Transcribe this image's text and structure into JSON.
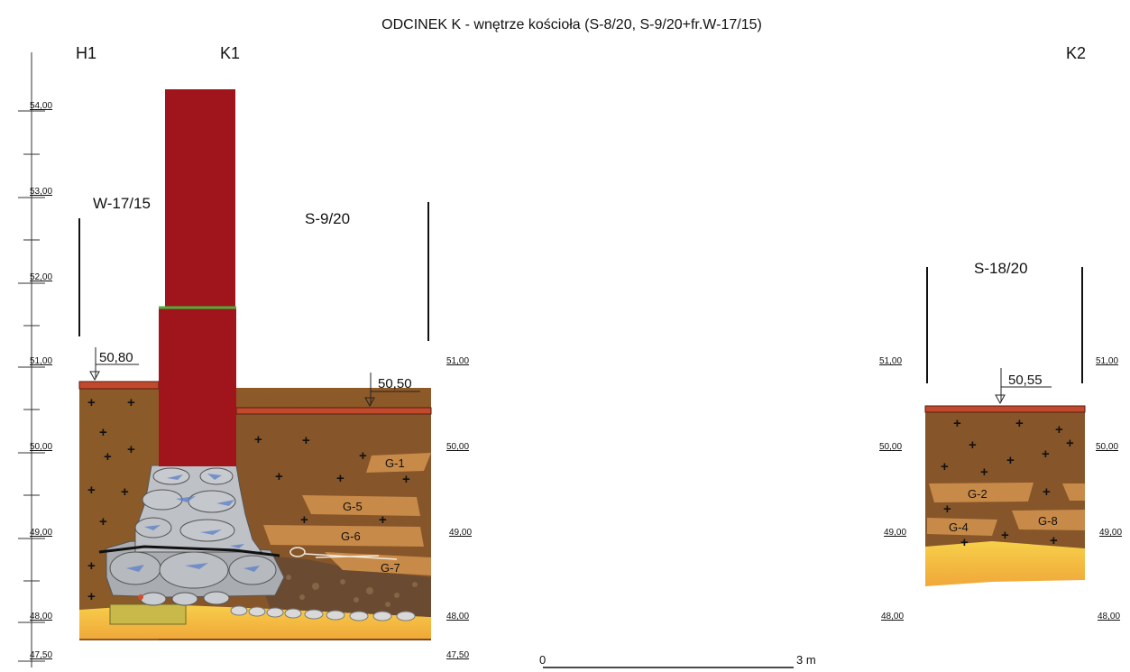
{
  "title": "ODCINEK K - wnętrze kościoła (S-8/20, S-9/20+fr.W-17/15)",
  "profile_markers": {
    "h1": "H1",
    "k1": "K1",
    "k2": "K2"
  },
  "scale_labels": [
    "54,00",
    "53,00",
    "52,00",
    "51,00",
    "50,00",
    "49,00",
    "48,00",
    "47,50"
  ],
  "trenches": {
    "w17": {
      "label": "W-17/15",
      "surface_level": "50,80"
    },
    "s9": {
      "label": "S-9/20",
      "surface_level": "50,50"
    },
    "s18": {
      "label": "S-18/20",
      "surface_level": "50,55"
    }
  },
  "side_levels_left": [
    "51,00",
    "50,00",
    "49,00",
    "48,00",
    "47,50"
  ],
  "side_levels_k2_left": [
    "51,00",
    "50,00",
    "49,00",
    "48,00"
  ],
  "side_levels_k2_right": [
    "51,00",
    "50,00",
    "49,00",
    "48,00"
  ],
  "layers_s9": [
    "G-1",
    "G-5",
    "G-6",
    "G-7"
  ],
  "layers_s18": [
    "G-2",
    "G-4",
    "G-8"
  ],
  "scale_bar": {
    "start": "0",
    "end": "3 m"
  },
  "colors": {
    "wall": "#a0151c",
    "soil": "#8a5a2c",
    "lens": "#c88a48",
    "sand": "#f2b63c",
    "stone": "#b9bcc2",
    "brick": "#c24a2c",
    "mortar_line": "#4caf3a"
  }
}
